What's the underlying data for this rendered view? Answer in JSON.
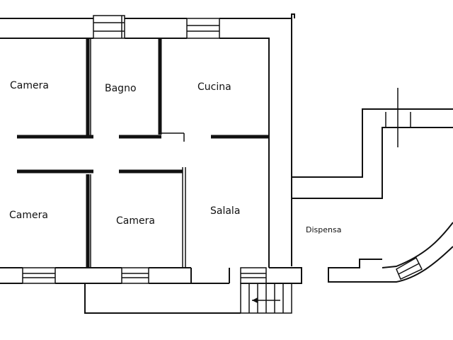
{
  "rooms": {
    "camera_top_left": "Camera",
    "bagno": "Bagno",
    "cucina": "Cucina",
    "camera_bottom_left": "Camera",
    "camera_bottom_mid": "Camera",
    "salala": "Salala",
    "dispensa": "Dispensa"
  }
}
